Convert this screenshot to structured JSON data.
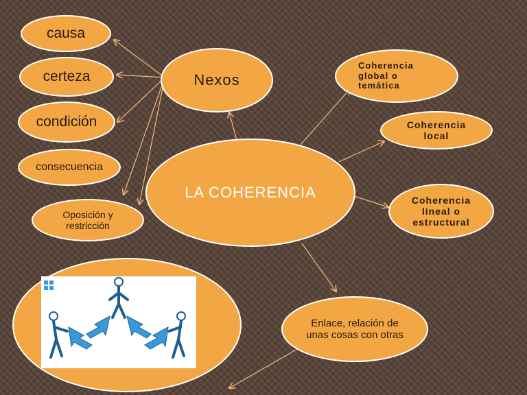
{
  "diagram": {
    "center": "LA COHERENCIA",
    "nexos": "Nexos",
    "nexo_items": [
      "causa",
      "certeza",
      "condición",
      "consecuencia",
      "Oposición y\nrestricción"
    ],
    "types": [
      "Coherencia\nglobal o\ntemática",
      "Coherencia\nlocal",
      "Coherencia\nlineal o\nestructural"
    ],
    "enlace": "Enlace, relación de\nunas cosas con otras"
  },
  "colors": {
    "node_fill": "#f2a644",
    "node_border": "#ffffff",
    "arrow": "#f5b880",
    "illustration": "#3a9ad9"
  },
  "icons": [
    "people-pulling-arrows-illustration",
    "puzzle-logo-icon"
  ]
}
